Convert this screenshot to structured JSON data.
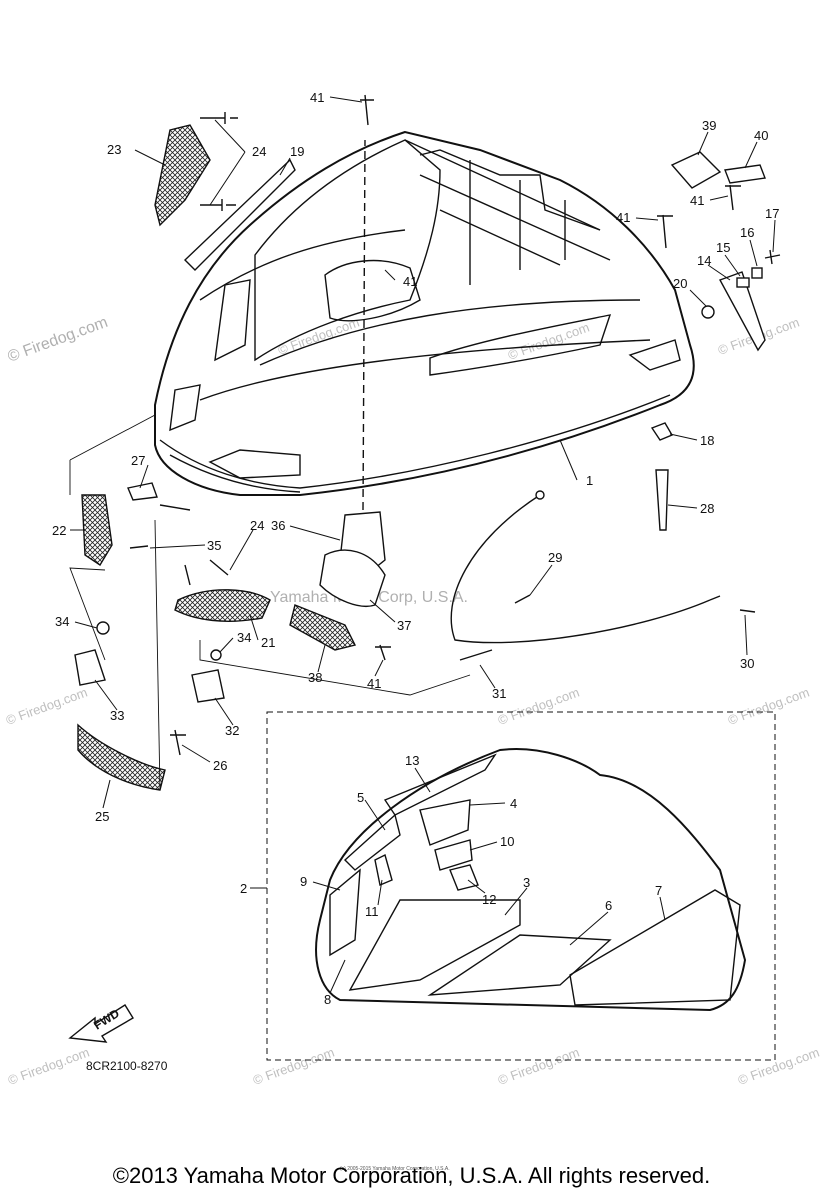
{
  "diagram": {
    "part_code": "8CR2100-8270",
    "fwd_label": "FWD",
    "watermarks": [
      "© Firedog.com",
      "Yamaha Motor Corp, U.S.A."
    ],
    "fine_print": "(c) 2005-2015 Yamaha Motor Corporation, U.S.A.",
    "copyright": "©2013 Yamaha Motor Corporation, U.S.A. All rights reserved.",
    "part_numbers": [
      "1",
      "2",
      "3",
      "4",
      "5",
      "6",
      "7",
      "8",
      "9",
      "10",
      "11",
      "12",
      "13",
      "14",
      "15",
      "16",
      "17",
      "18",
      "19",
      "20",
      "21",
      "22",
      "23",
      "24",
      "24",
      "25",
      "26",
      "27",
      "28",
      "29",
      "30",
      "31",
      "32",
      "33",
      "34",
      "34",
      "35",
      "36",
      "37",
      "38",
      "39",
      "40",
      "41",
      "41",
      "41",
      "41",
      "41"
    ]
  }
}
